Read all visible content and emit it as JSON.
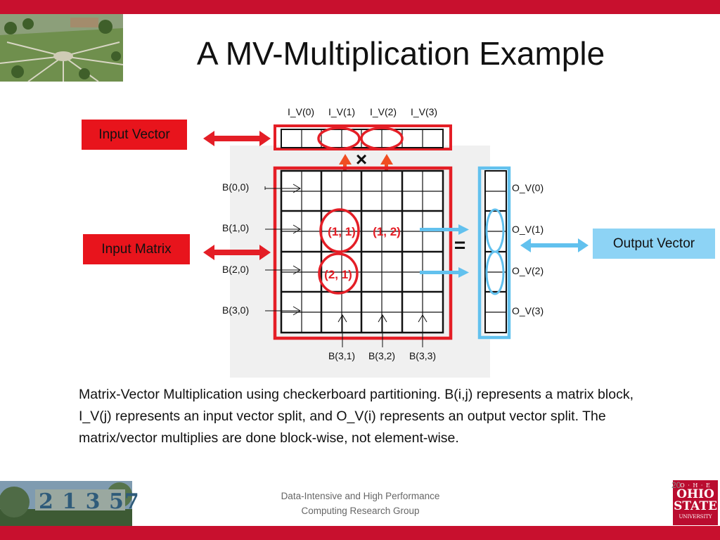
{
  "slide": {
    "title": "A MV-Multiplication Example",
    "page_number": "20",
    "caption": "Matrix-Vector Multiplication using checkerboard partitioning. B(i,j) represents a matrix block, I_V(j) represents an input vector split, and O_V(i) represents an output vector split. The matrix/vector multiplies are done block-wise, not element-wise.",
    "footer_line1": "Data-Intensive and High Performance",
    "footer_line2": "Computing Research Group"
  },
  "labels": {
    "input_vector": "Input Vector",
    "input_matrix": "Input Matrix",
    "output_vector": "Output Vector"
  },
  "diagram": {
    "input_splits": [
      "I_V(0)",
      "I_V(1)",
      "I_V(2)",
      "I_V(3)"
    ],
    "row_block_labels": [
      "B(0,0)",
      "B(1,0)",
      "B(2,0)",
      "B(3,0)"
    ],
    "bottom_block_labels": [
      "B(3,1)",
      "B(3,2)",
      "B(3,3)"
    ],
    "output_splits": [
      "O_V(0)",
      "O_V(1)",
      "O_V(2)",
      "O_V(3)"
    ],
    "highlighted_blocks": [
      "(1, 1)",
      "(1, 2)",
      "(2, 1)"
    ],
    "times_symbol": "×",
    "equals_symbol": "="
  },
  "logo": {
    "line1": "O · H · E",
    "line2": "OHIO",
    "line3": "STATE",
    "line4": "UNIVERSITY"
  },
  "photo_text": "2 1 3 57",
  "colors": {
    "accent_red": "#c8102e",
    "highlight_red": "#e41e26",
    "label_bg": "#e8141c",
    "output_blue": "#8dd3f5",
    "outline_blue": "#5bbcec",
    "panel_gray": "#f0f0f0"
  }
}
